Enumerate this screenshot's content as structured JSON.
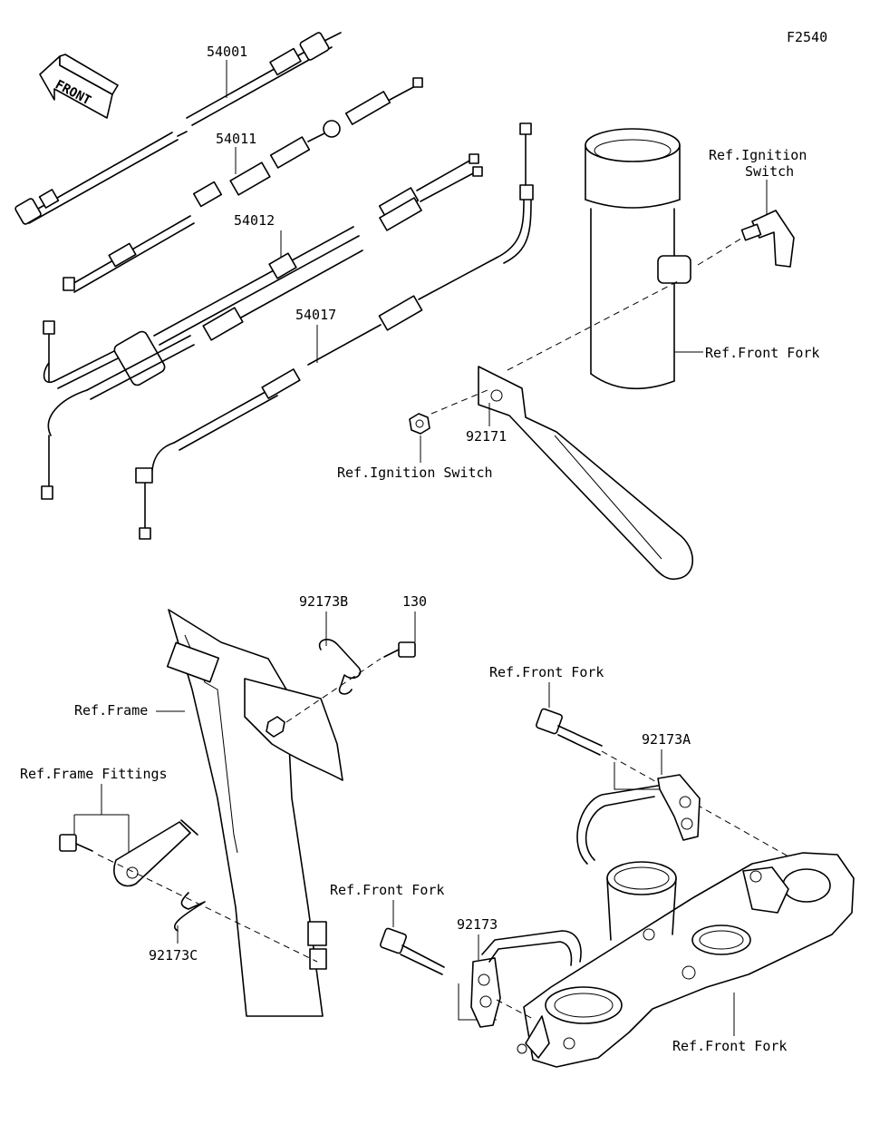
{
  "diagram_code": "F2540",
  "front_arrow_label": "FRONT",
  "labels": {
    "p54001": "54001",
    "p54011": "54011",
    "p54012": "54012",
    "p54017": "54017",
    "p92171": "92171",
    "p92173": "92173",
    "p92173A": "92173A",
    "p92173B": "92173B",
    "p92173C": "92173C",
    "p130": "130",
    "ref_ignition_switch_top_line1": "Ref.Ignition",
    "ref_ignition_switch_top_line2": "Switch",
    "ref_front_fork_upper": "Ref.Front Fork",
    "ref_ignition_switch_mid": "Ref.Ignition Switch",
    "ref_frame": "Ref.Frame",
    "ref_frame_fittings": "Ref.Frame Fittings",
    "ref_front_fork_a": "Ref.Front Fork",
    "ref_front_fork_b": "Ref.Front Fork",
    "ref_front_fork_c": "Ref.Front Fork"
  }
}
